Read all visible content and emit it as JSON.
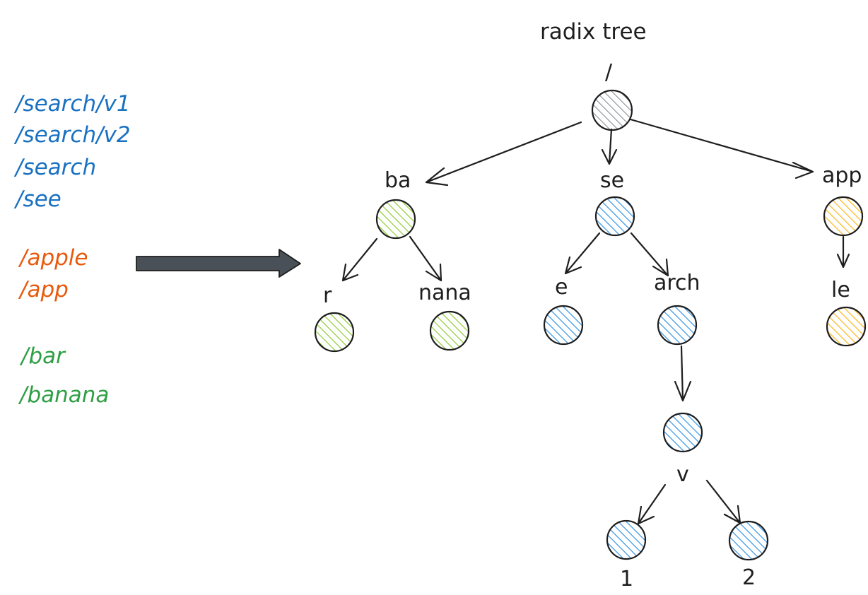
{
  "title": "radix tree",
  "colors": {
    "stroke": "#1e1e1e",
    "blue": "#1971c2",
    "orange": "#e8590c",
    "green": "#2f9e44",
    "arrow_fill": "#495057",
    "hatch_gray": "#868e96",
    "hatch_green": "#82c91e",
    "hatch_blue": "#228be6",
    "hatch_yellow": "#fab005"
  },
  "routes": {
    "blue": [
      "/search/v1",
      "/search/v2",
      "/search",
      "/see"
    ],
    "orange": [
      "/apple",
      "/app"
    ],
    "green": [
      "/bar",
      "/banana"
    ]
  },
  "tree": {
    "root": {
      "label": "/"
    },
    "ba": {
      "label": "ba"
    },
    "se": {
      "label": "se"
    },
    "app": {
      "label": "app"
    },
    "r": {
      "label": "r"
    },
    "nana": {
      "label": "nana"
    },
    "e": {
      "label": "e"
    },
    "arch": {
      "label": "arch"
    },
    "le": {
      "label": "le"
    },
    "v": {
      "label": "v"
    },
    "one": {
      "label": "1"
    },
    "two": {
      "label": "2"
    }
  }
}
